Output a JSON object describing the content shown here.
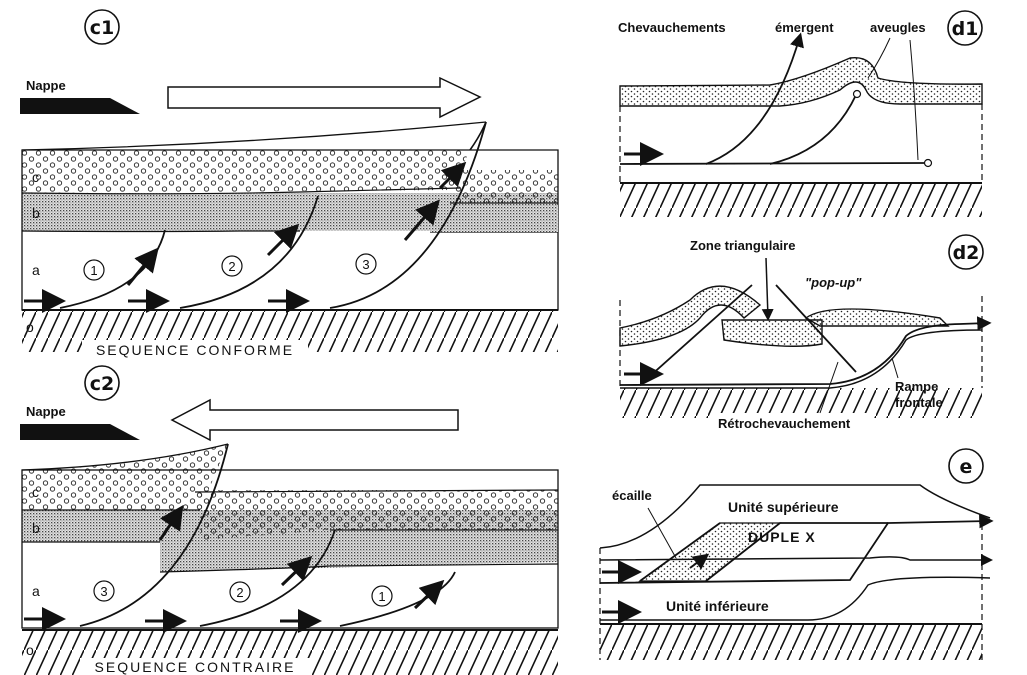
{
  "panels": {
    "c1": {
      "tag": "c1",
      "nappe_label": "Nappe",
      "layer_labels": [
        "c",
        "b",
        "a",
        "o"
      ],
      "thrust_numbers": [
        "1",
        "2",
        "3"
      ],
      "caption": "SEQUENCE  CONFORME"
    },
    "c2": {
      "tag": "c2",
      "nappe_label": "Nappe",
      "layer_labels": [
        "c",
        "b",
        "a",
        "o"
      ],
      "thrust_numbers": [
        "3",
        "2",
        "1"
      ],
      "caption": "SEQUENCE  CONTRAIRE"
    },
    "d1": {
      "tag": "d1",
      "title": "Chevauchements",
      "emergent": "émergent",
      "blind": "aveugles"
    },
    "d2": {
      "tag": "d2",
      "triangle_zone": "Zone triangulaire",
      "pop_up": "\"pop-up\"",
      "ramp_line1": "Rampe",
      "ramp_line2": "frontale",
      "backthrust": "Rétrochevauchement"
    },
    "e": {
      "tag": "e",
      "horse": "écaille",
      "upper_unit": "Unité supérieure",
      "duplex": "DUPLE X",
      "lower_unit": "Unité  inférieure"
    }
  },
  "colors": {
    "ink": "#111111",
    "stipple": "#9a9a9a",
    "paper": "#ffffff"
  }
}
